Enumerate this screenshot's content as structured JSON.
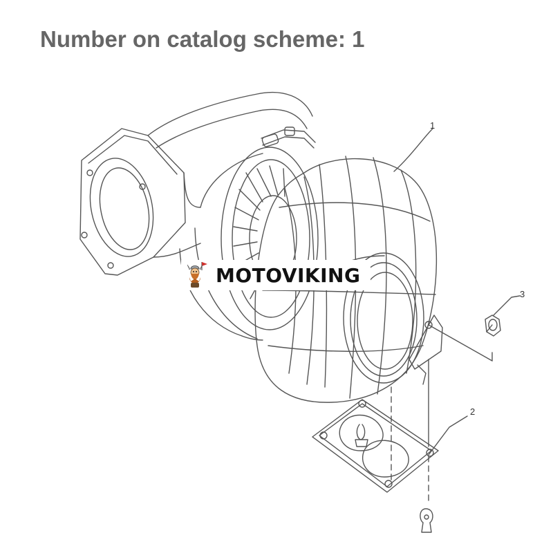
{
  "title": "Number on catalog scheme: 1",
  "callouts": [
    "1",
    "2",
    "3"
  ],
  "brand": {
    "name": "MOTOVIKING",
    "logo_icon": "viking-mascot-icon"
  },
  "colors": {
    "title": "#666666",
    "line": "#555555",
    "brand_text": "#111111",
    "mascot_body": "#c8702a",
    "mascot_flag": "#d0312d"
  }
}
